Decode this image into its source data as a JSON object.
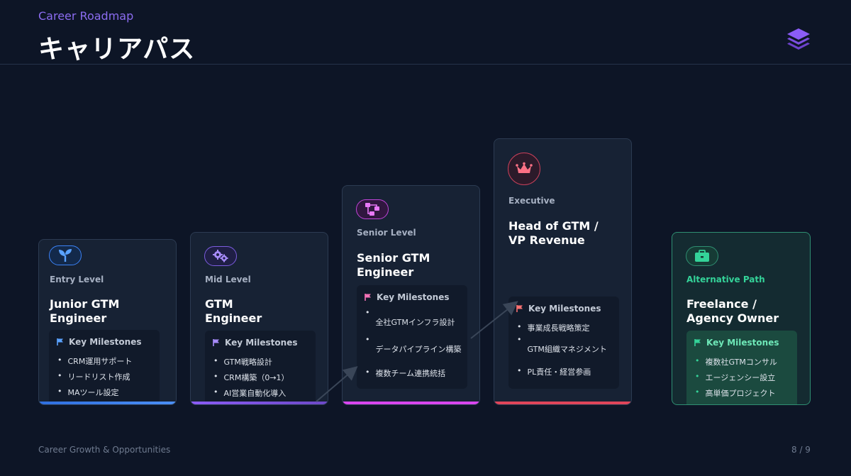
{
  "header": {
    "subtitle": "Career Roadmap",
    "title": "キャリアパス",
    "logo_icon": "layers-icon"
  },
  "cards": [
    {
      "id": "junior",
      "icon": "sprout-icon",
      "accent": "#3b82f6",
      "level": "Entry Level",
      "role_line1": "Junior GTM",
      "role_line2": "Engineer",
      "milestones_title": "Key Milestones",
      "milestones": [
        "CRM運用サポート",
        "リードリスト作成",
        "MAツール設定"
      ]
    },
    {
      "id": "mid",
      "icon": "gears-icon",
      "accent": "#8b5cf6",
      "level": "Mid Level",
      "role_line1": "GTM",
      "role_line2": "Engineer",
      "milestones_title": "Key Milestones",
      "milestones": [
        "GTM戦略設計",
        "CRM構築（0→1）",
        "AI営業自動化導入"
      ]
    },
    {
      "id": "senior",
      "icon": "network-icon",
      "accent": "#d946ef",
      "level": "Senior Level",
      "role_line1": "Senior GTM",
      "role_line2": "Engineer",
      "milestones_title": "Key Milestones",
      "milestones": [
        "全社GTMインフラ設計",
        "データパイプライン構築",
        "複数チーム連携統括"
      ]
    },
    {
      "id": "executive",
      "icon": "crown-icon",
      "accent": "#f05a6e",
      "level": "Executive",
      "role_line1": "Head of GTM /",
      "role_line2": "VP Revenue",
      "milestones_title": "Key Milestones",
      "milestones": [
        "事業成長戦略策定",
        "GTM組織マネジメント",
        "PL責任・経営参画"
      ]
    }
  ],
  "alternative": {
    "icon": "briefcase-icon",
    "accent": "#34d399",
    "level": "Alternative Path",
    "role_line1": "Freelance /",
    "role_line2": "Agency Owner",
    "milestones_title": "Key Milestones",
    "milestones": [
      "複数社GTMコンサル",
      "エージェンシー設立",
      "高単価プロジェクト"
    ]
  },
  "footer": {
    "left": "Career Growth & Opportunities",
    "right": "8 / 9"
  }
}
